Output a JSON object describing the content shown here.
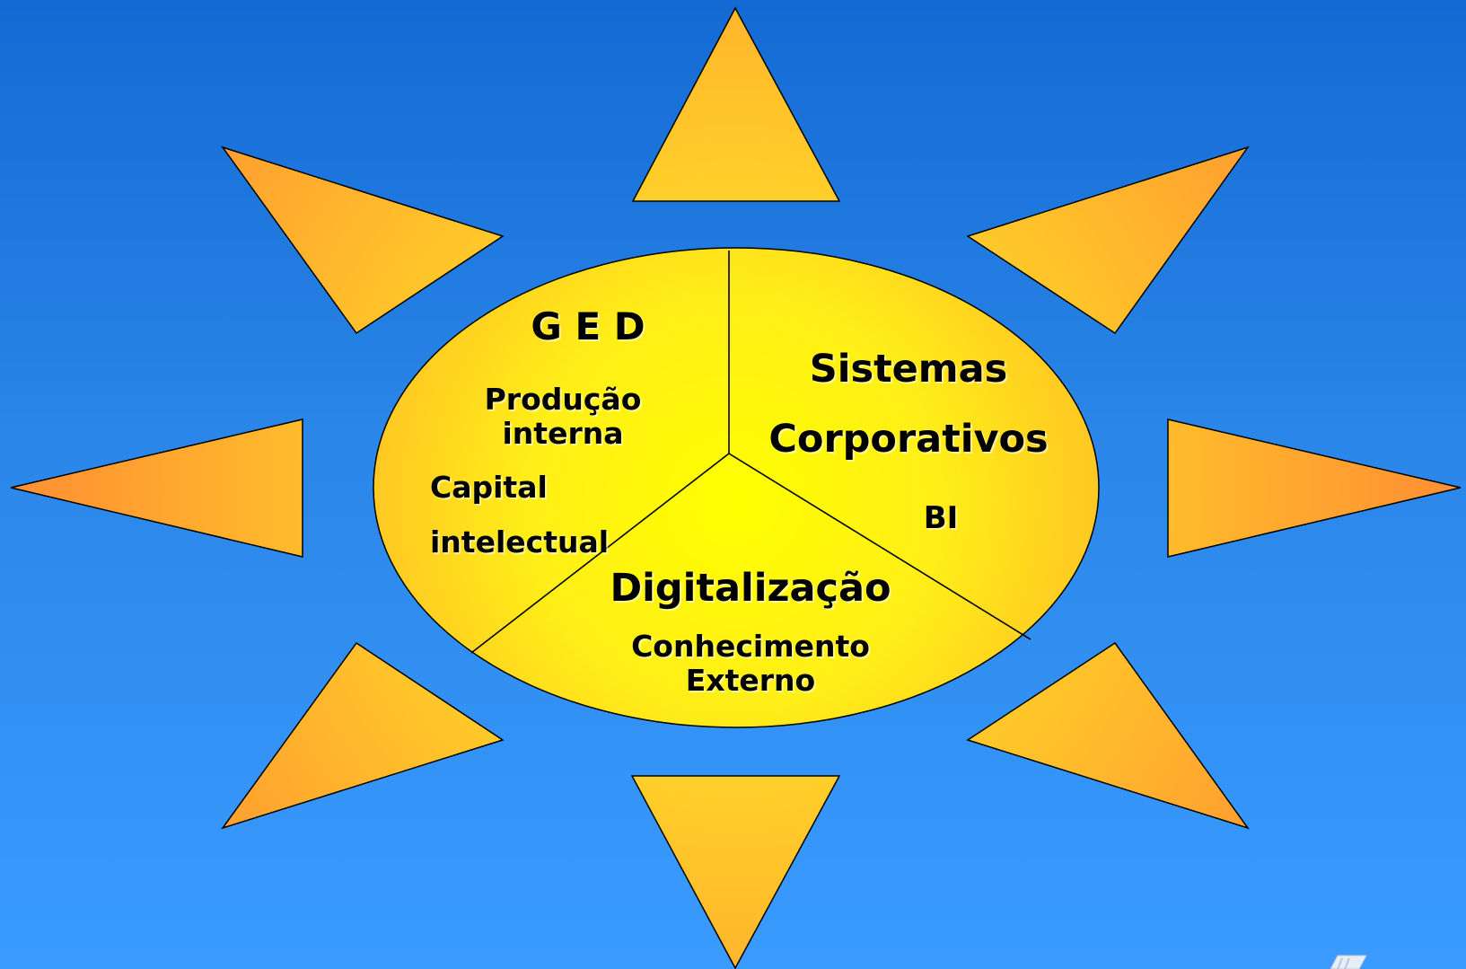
{
  "colors": {
    "background_top": "#136ad4",
    "background_bottom": "#3a9bff",
    "ray_outer": "#ff9a33",
    "ray_inner": "#ffd62a",
    "center_core": "#ffff00",
    "center_edge": "#ffc020",
    "outline": "#000000"
  },
  "segments": {
    "ged": {
      "title": "G E D",
      "line1": "Produção",
      "line2": "interna",
      "line3": "Capital",
      "line4": "intelectual"
    },
    "sistemas": {
      "title_line1": "Sistemas",
      "title_line2": "Corporativos",
      "sub": "BI"
    },
    "digitalizacao": {
      "title": "Digitalização",
      "line1": "Conhecimento",
      "line2": "Externo"
    }
  },
  "icons": {
    "corner": "page-corner-icon"
  }
}
